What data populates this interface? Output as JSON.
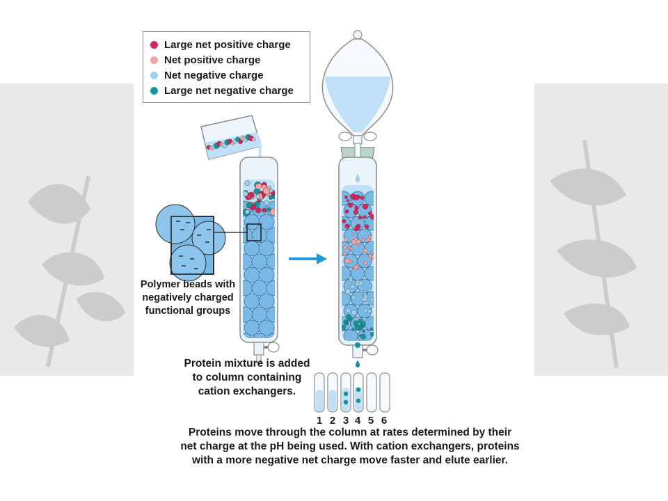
{
  "legend": {
    "items": [
      {
        "label": "Large net positive charge",
        "color": "#d6245a"
      },
      {
        "label": "Net positive charge",
        "color": "#f2a3a3"
      },
      {
        "label": "Net negative charge",
        "color": "#9fd0ea"
      },
      {
        "label": "Large net negative charge",
        "color": "#16939a"
      }
    ]
  },
  "beads_caption": {
    "lines": [
      "Polymer beads with",
      "negatively charged",
      "functional groups"
    ]
  },
  "step1_caption": {
    "lines": [
      "Protein mixture is added",
      "to column containing",
      "cation exchangers."
    ]
  },
  "step2_caption": {
    "lines": [
      "Proteins move through the column at rates determined by their",
      "net charge at the pH being used. With cation exchangers, proteins",
      "with a more negative net charge move faster and elute earlier."
    ]
  },
  "tube_numbers": [
    "1",
    "2",
    "3",
    "4",
    "5",
    "6"
  ],
  "colors": {
    "bead": "#7ab8e6",
    "liquid": "#bfe0f6",
    "arrow": "#1b9ad6",
    "glass": "#dceef8"
  }
}
